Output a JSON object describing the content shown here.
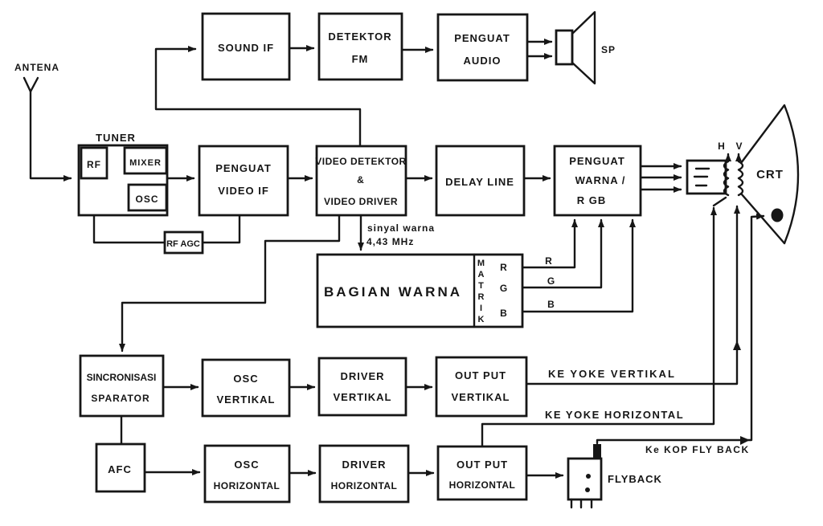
{
  "nodes": {
    "antena": "ANTENA",
    "tuner": "TUNER",
    "tuner_rf": "RF",
    "tuner_mixer": "MIXER",
    "tuner_osc": "OSC",
    "sound_if": "SOUND IF",
    "detektor_fm": [
      "DETEKTOR",
      "FM"
    ],
    "penguat_audio": [
      "PENGUAT",
      "AUDIO"
    ],
    "speaker": "SP",
    "penguat_video_if": [
      "PENGUAT",
      "VIDEO IF"
    ],
    "video_detektor": [
      "VIDEO DETEKTOR",
      "&",
      "VIDEO DRIVER"
    ],
    "delay_line": "DELAY LINE",
    "penguat_warna": [
      "PENGUAT",
      "WARNA /",
      "R GB"
    ],
    "rf_agc": "RF AGC",
    "bagian_warna": "BAGIAN WARNA",
    "matrik_letters": [
      "M",
      "A",
      "T",
      "R",
      "I",
      "K"
    ],
    "matrik_outputs": [
      "R",
      "G",
      "B"
    ],
    "sincronisasi_sparator": [
      "SINCRONISASI",
      "SPARATOR"
    ],
    "osc_vertikal": [
      "OSC",
      "VERTIKAL"
    ],
    "driver_vertikal": [
      "DRIVER",
      "VERTIKAL"
    ],
    "output_vertikal": [
      "OUT PUT",
      "VERTIKAL"
    ],
    "afc": "AFC",
    "osc_horizontal": [
      "OSC",
      "HORIZONTAL"
    ],
    "driver_horizontal": [
      "DRIVER",
      "HORIZONTAL"
    ],
    "output_horizontal": [
      "OUT PUT",
      "HORIZONTAL"
    ],
    "flyback": "FLYBACK",
    "crt": "CRT",
    "yoke_h": "H",
    "yoke_v": "V"
  },
  "wire_labels": {
    "sinyal_warna_line1": "sinyal warna",
    "sinyal_warna_line2": "4,43 MHz",
    "rgb": [
      "R",
      "G",
      "B"
    ],
    "ke_yoke_vertikal": "KE YOKE VERTIKAL",
    "ke_yoke_horizontal": "KE YOKE HORIZONTAL",
    "ke_kop_flyback": "Ke KOP FLY BACK"
  },
  "colors": {
    "ink": "#161616",
    "paper": "#ffffff"
  }
}
